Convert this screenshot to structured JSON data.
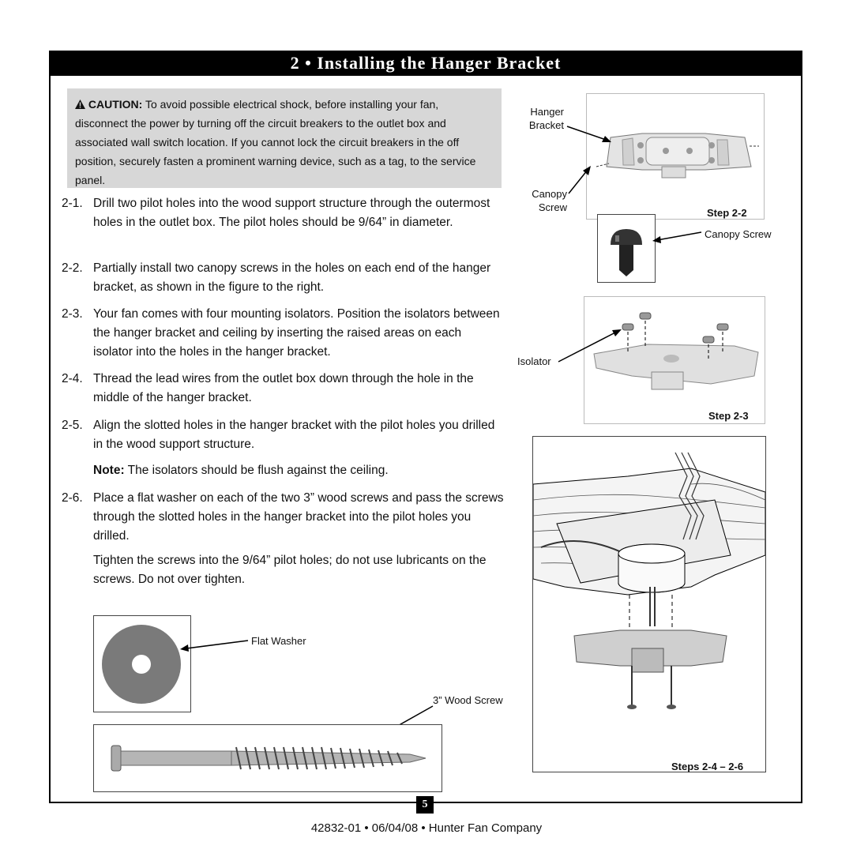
{
  "title": "2 • Installing the Hanger Bracket",
  "caution": {
    "label": "CAUTION:",
    "text": "To avoid possible electrical shock, before installing your fan, disconnect the power by turning off the circuit breakers to the outlet box and associated wall switch location. If you cannot lock the circuit breakers in the off position, securely fasten a prominent warning device, such as a tag, to the service panel."
  },
  "steps": [
    {
      "num": "2-1.",
      "text": "Drill two pilot holes into the wood support structure through the outermost holes in the outlet box. The pilot holes should be 9/64” in diameter."
    },
    {
      "num": "2-2.",
      "text": "Partially install two canopy screws in the holes on each end of the hanger bracket, as shown in the figure to the right."
    },
    {
      "num": "2-3.",
      "text": "Your fan comes with four mounting isolators. Position the isolators between the hanger bracket and ceiling by inserting the raised areas on each isolator into the holes in the hanger bracket."
    },
    {
      "num": "2-4.",
      "text": "Thread the lead wires from the outlet box down through the hole in the middle of the hanger bracket."
    },
    {
      "num": "2-5.",
      "text": "Align the slotted holes in the hanger bracket with the pilot holes you drilled in the wood support structure."
    },
    {
      "num": "2-6.",
      "text": "Place a flat washer on each of the two 3” wood screws and pass the screws through the slotted holes in the hanger bracket into the pilot holes you drilled."
    }
  ],
  "note": {
    "label": "Note:",
    "text": "The isolators should be flush against the ceiling."
  },
  "tighten": "Tighten the screws into the 9/64” pilot holes; do not use lubricants on the screws. Do not over tighten.",
  "figures": {
    "hanger_bracket": "Hanger\nBracket",
    "canopy_screw_left": "Canopy\nScrew",
    "step_2_2": "Step 2-2",
    "canopy_screw": "Canopy Screw",
    "isolator": "Isolator",
    "step_2_3": "Step 2-3",
    "steps_2_4_2_6": "Steps 2-4 – 2-6",
    "flat_washer": "Flat Washer",
    "wood_screw": "3” Wood Screw"
  },
  "page_number": "5",
  "footer": "42832-01 • 06/04/08 • Hunter Fan Company",
  "colors": {
    "caution_bg": "#d7d7d7",
    "title_bg": "#000000",
    "washer": "#7a7a7a"
  }
}
